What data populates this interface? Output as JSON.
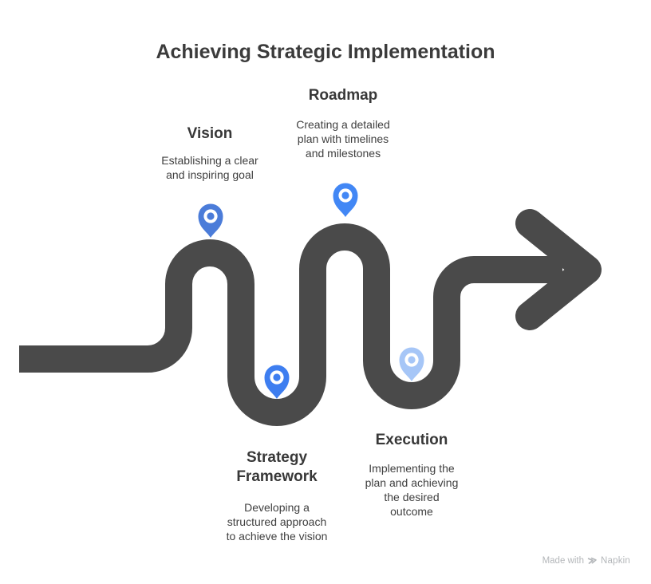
{
  "title": "Achieving Strategic Implementation",
  "steps": [
    {
      "label": "Vision",
      "description": "Establishing a clear and inspiring goal"
    },
    {
      "label": "Roadmap",
      "description": "Creating a detailed plan with timelines and milestones"
    },
    {
      "label": "Strategy Framework",
      "description": "Developing a structured approach to achieve the vision"
    },
    {
      "label": "Execution",
      "description": "Implementing the plan and achieving the desired outcome"
    }
  ],
  "watermark": {
    "made_with": "Made with",
    "brand": "Napkin"
  },
  "colors": {
    "road": "#4a4a4a",
    "pin_vision": "#4b7cd9",
    "pin_roadmap": "#4287f5",
    "pin_strategy": "#3e7ef0",
    "pin_execution": "#a6c6f7",
    "pin_ring": "#ffffff",
    "heading_text": "#383838",
    "body_text": "#3f3f3f",
    "watermark_text": "#b4b7ba"
  }
}
